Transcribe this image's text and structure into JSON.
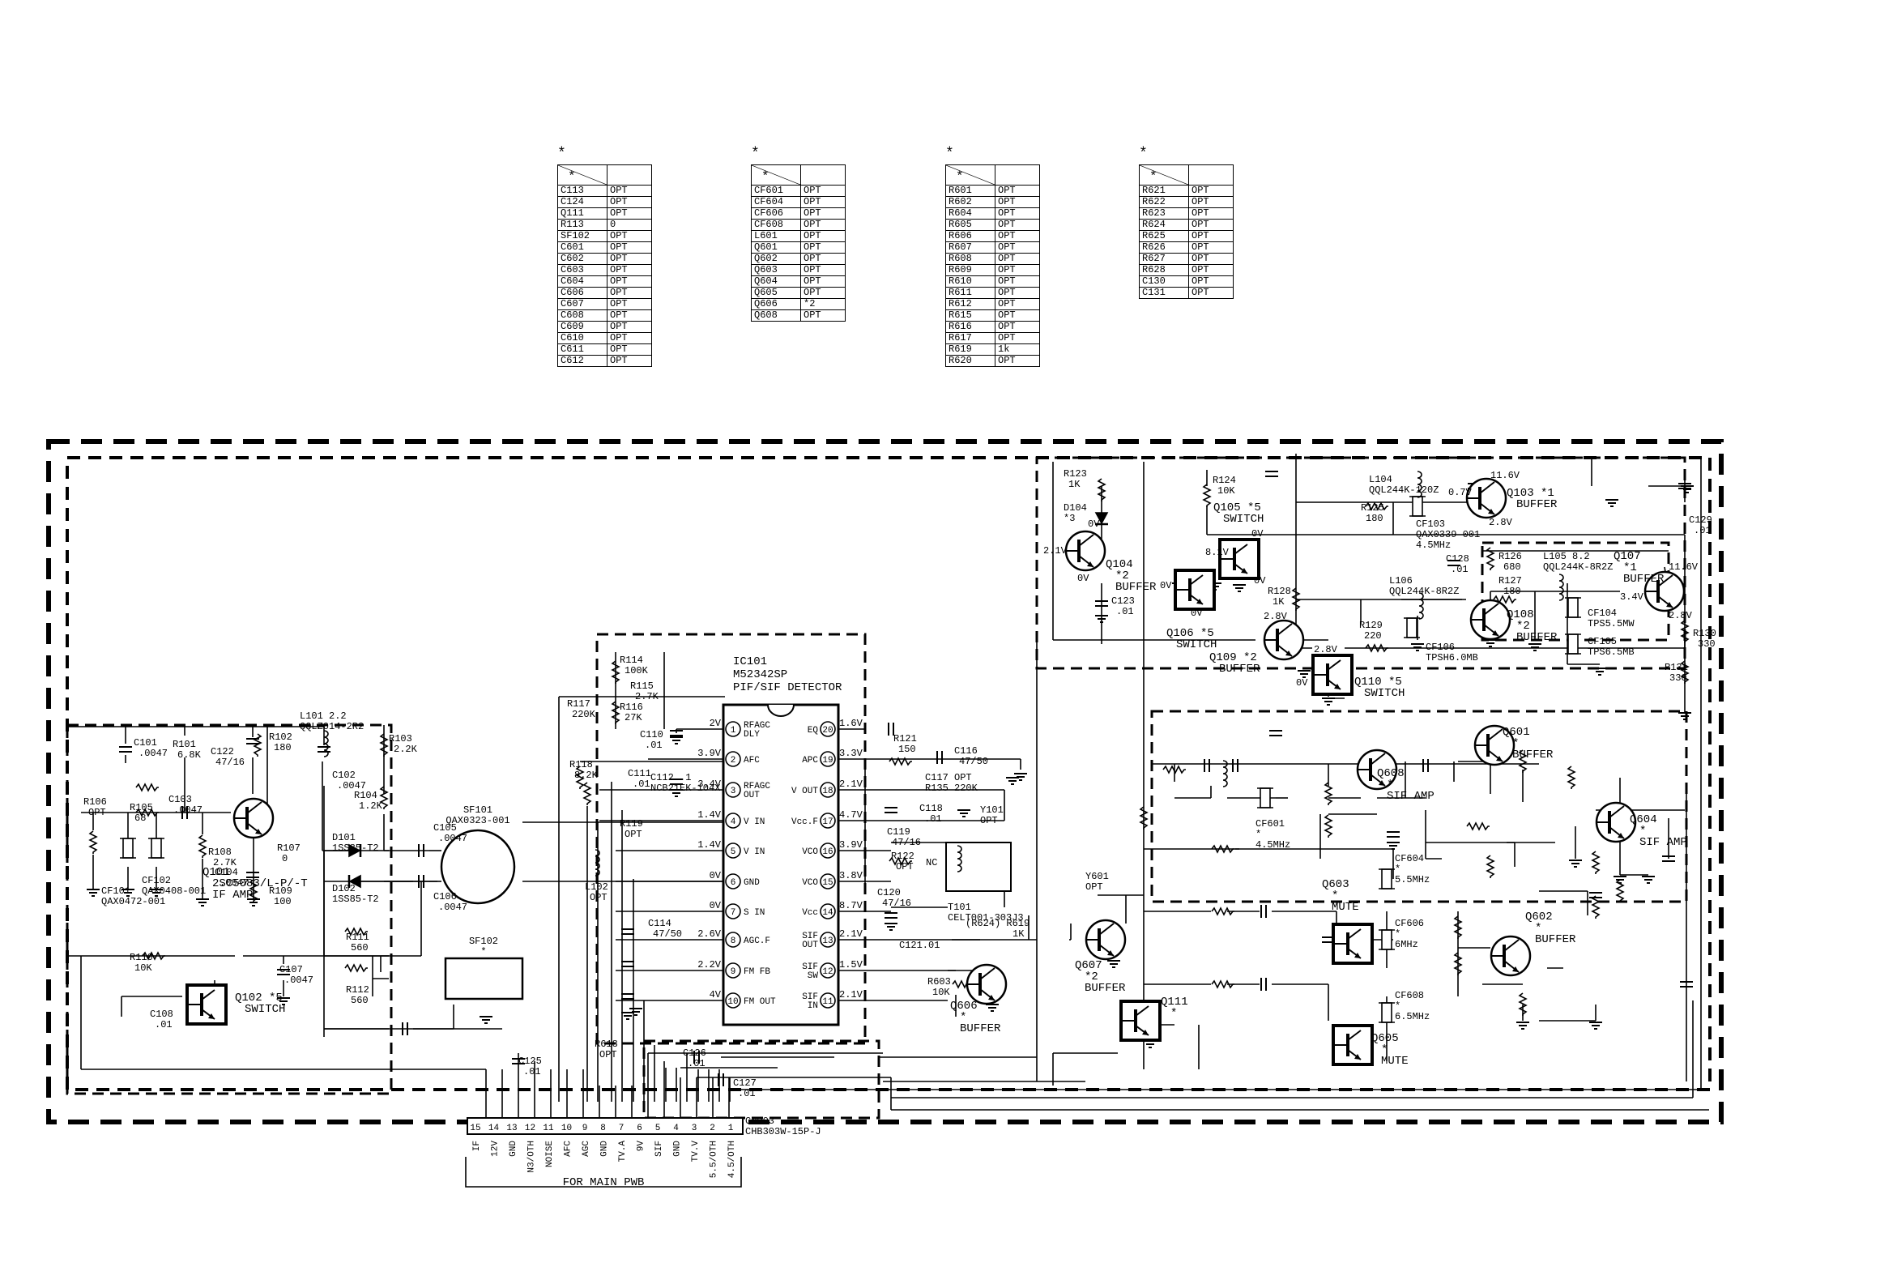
{
  "marker": "*",
  "tables": [
    {
      "rows": [
        [
          "C113",
          "OPT"
        ],
        [
          "C124",
          "OPT"
        ],
        [
          "Q111",
          "OPT"
        ],
        [
          "R113",
          "0"
        ],
        [
          "SF102",
          "OPT"
        ],
        [
          "C601",
          "OPT"
        ],
        [
          "C602",
          "OPT"
        ],
        [
          "C603",
          "OPT"
        ],
        [
          "C604",
          "OPT"
        ],
        [
          "C606",
          "OPT"
        ],
        [
          "C607",
          "OPT"
        ],
        [
          "C608",
          "OPT"
        ],
        [
          "C609",
          "OPT"
        ],
        [
          "C610",
          "OPT"
        ],
        [
          "C611",
          "OPT"
        ],
        [
          "C612",
          "OPT"
        ]
      ]
    },
    {
      "rows": [
        [
          "CF601",
          "OPT"
        ],
        [
          "CF604",
          "OPT"
        ],
        [
          "CF606",
          "OPT"
        ],
        [
          "CF608",
          "OPT"
        ],
        [
          "L601",
          "OPT"
        ],
        [
          "Q601",
          "OPT"
        ],
        [
          "Q602",
          "OPT"
        ],
        [
          "Q603",
          "OPT"
        ],
        [
          "Q604",
          "OPT"
        ],
        [
          "Q605",
          "OPT"
        ],
        [
          "Q606",
          "*2"
        ],
        [
          "Q608",
          "OPT"
        ]
      ]
    },
    {
      "rows": [
        [
          "R601",
          "OPT"
        ],
        [
          "R602",
          "OPT"
        ],
        [
          "R604",
          "OPT"
        ],
        [
          "R605",
          "OPT"
        ],
        [
          "R606",
          "OPT"
        ],
        [
          "R607",
          "OPT"
        ],
        [
          "R608",
          "OPT"
        ],
        [
          "R609",
          "OPT"
        ],
        [
          "R610",
          "OPT"
        ],
        [
          "R611",
          "OPT"
        ],
        [
          "R612",
          "OPT"
        ],
        [
          "R615",
          "OPT"
        ],
        [
          "R616",
          "OPT"
        ],
        [
          "R617",
          "OPT"
        ],
        [
          "R619",
          "1k"
        ],
        [
          "R620",
          "OPT"
        ]
      ]
    },
    {
      "rows": [
        [
          "R621",
          "OPT"
        ],
        [
          "R622",
          "OPT"
        ],
        [
          "R623",
          "OPT"
        ],
        [
          "R624",
          "OPT"
        ],
        [
          "R625",
          "OPT"
        ],
        [
          "R626",
          "OPT"
        ],
        [
          "R627",
          "OPT"
        ],
        [
          "R628",
          "OPT"
        ],
        [
          "C130",
          "OPT"
        ],
        [
          "C131",
          "OPT"
        ]
      ]
    }
  ],
  "ic": {
    "ref": "IC101",
    "part": "M52342SP",
    "function": "PIF/SIF DETECTOR",
    "left_pins": [
      {
        "n": "1",
        "name": "RFAGC DLY",
        "v": "2V"
      },
      {
        "n": "2",
        "name": "AFC",
        "v": "3.9V"
      },
      {
        "n": "3",
        "name": "RFAGC OUT",
        "v": "3.4V"
      },
      {
        "n": "4",
        "name": "V IN",
        "v": "1.4V"
      },
      {
        "n": "5",
        "name": "V IN",
        "v": "1.4V"
      },
      {
        "n": "6",
        "name": "GND",
        "v": "0V"
      },
      {
        "n": "7",
        "name": "S IN",
        "v": "0V"
      },
      {
        "n": "8",
        "name": "AGC.F",
        "v": "2.6V"
      },
      {
        "n": "9",
        "name": "FM FB",
        "v": "2.2V"
      },
      {
        "n": "10",
        "name": "FM OUT",
        "v": "4V"
      }
    ],
    "right_pins": [
      {
        "n": "20",
        "name": "EQ",
        "v": "1.6V"
      },
      {
        "n": "19",
        "name": "APC",
        "v": "3.3V"
      },
      {
        "n": "18",
        "name": "V OUT",
        "v": "2.1V"
      },
      {
        "n": "17",
        "name": "Vcc.F",
        "v": "4.7V"
      },
      {
        "n": "16",
        "name": "VCO",
        "v": "3.9V"
      },
      {
        "n": "15",
        "name": "VCO",
        "v": "3.8V"
      },
      {
        "n": "14",
        "name": "Vcc",
        "v": "8.7V"
      },
      {
        "n": "13",
        "name": "SIF OUT",
        "v": "2.1V"
      },
      {
        "n": "12",
        "name": "SIF SW",
        "v": "1.5V"
      },
      {
        "n": "11",
        "name": "SIF IN",
        "v": "2.1V"
      }
    ]
  },
  "connector": {
    "ref": "CN003",
    "part": "CHB303W-15P-J",
    "caption": "FOR MAIN PWB",
    "pins": [
      {
        "n": "15",
        "sig": "IF"
      },
      {
        "n": "14",
        "sig": "12V"
      },
      {
        "n": "13",
        "sig": "GND"
      },
      {
        "n": "12",
        "sig": "N3/OTH"
      },
      {
        "n": "11",
        "sig": "NOISE"
      },
      {
        "n": "10",
        "sig": "AFC"
      },
      {
        "n": "9",
        "sig": "AGC"
      },
      {
        "n": "8",
        "sig": "GND"
      },
      {
        "n": "7",
        "sig": "TV.A"
      },
      {
        "n": "6",
        "sig": "9V"
      },
      {
        "n": "5",
        "sig": "SIF"
      },
      {
        "n": "4",
        "sig": "GND"
      },
      {
        "n": "3",
        "sig": "TV.V"
      },
      {
        "n": "2",
        "sig": "5.5/OTH"
      },
      {
        "n": "1",
        "sig": "4.5/OTH"
      }
    ]
  },
  "transistors": [
    {
      "ref": "Q101",
      "lines": [
        "2SC5083/L-P/-T",
        "IF AMP"
      ]
    },
    {
      "ref": "Q102 *5",
      "lines": [
        "SWITCH"
      ]
    },
    {
      "ref": "Q103 *1",
      "lines": [
        "BUFFER"
      ]
    },
    {
      "ref": "Q104",
      "lines": [
        "*2",
        "BUFFER"
      ]
    },
    {
      "ref": "Q105 *5",
      "lines": [
        "SWITCH"
      ]
    },
    {
      "ref": "Q106 *5",
      "lines": [
        "SWITCH"
      ]
    },
    {
      "ref": "Q107",
      "lines": [
        "*1",
        "BUFFER"
      ]
    },
    {
      "ref": "Q108",
      "lines": [
        "*2",
        "BUFFER"
      ]
    },
    {
      "ref": "Q109 *2",
      "lines": [
        "BUFFER"
      ]
    },
    {
      "ref": "Q110 *5",
      "lines": [
        "SWITCH"
      ]
    },
    {
      "ref": "Q111",
      "lines": [
        "*"
      ]
    },
    {
      "ref": "Q601",
      "lines": [
        "*",
        "BUFFER"
      ]
    },
    {
      "ref": "Q602",
      "lines": [
        "*",
        "BUFFER"
      ]
    },
    {
      "ref": "Q603",
      "lines": [
        "*",
        "MUTE"
      ]
    },
    {
      "ref": "Q604",
      "lines": [
        "*",
        "SIF AMP"
      ]
    },
    {
      "ref": "Q605",
      "lines": [
        "*",
        "MUTE"
      ]
    },
    {
      "ref": "Q606",
      "lines": [
        "*",
        "BUFFER"
      ]
    },
    {
      "ref": "Q607",
      "lines": [
        "*2",
        "BUFFER"
      ]
    },
    {
      "ref": "Q608",
      "lines": [
        "*",
        "SIF AMP"
      ]
    }
  ],
  "labels": {
    "sf101": [
      "SF101",
      "QAX0323-001"
    ],
    "sf102": [
      "SF102",
      "*"
    ],
    "t101": [
      "T101",
      "CELT001-303J3"
    ],
    "y101": [
      "Y101",
      "OPT"
    ],
    "y601": [
      "Y601",
      "OPT"
    ],
    "l101": [
      "L101 2.2",
      "QQLZ014-2R2"
    ],
    "l104": [
      "L104",
      "QQL244K-120Z"
    ],
    "l105": [
      "L105 8.2",
      "QQL244K-8R2Z"
    ],
    "l106": [
      "L106",
      "QQL244K-8R2Z"
    ],
    "cf101": [
      "CF101",
      "QAX0472-001"
    ],
    "cf102": [
      "CF102",
      "QAX0408-001"
    ],
    "cf103": [
      "CF103",
      "QAX0339-001",
      "4.5MHz"
    ],
    "cf104": [
      "CF104",
      "TPS5.5MW"
    ],
    "cf105": [
      "CF105",
      "TPS6.5MB"
    ],
    "cf106": [
      "CF106",
      "TPSH6.0MB"
    ],
    "cf601": [
      "CF601",
      "*",
      "4.5MHz"
    ],
    "cf604": [
      "CF604",
      "*",
      "5.5MHz"
    ],
    "cf606": [
      "CF606",
      "*",
      "6MHz"
    ],
    "cf608": [
      "CF608",
      "*",
      "6.5MHz"
    ],
    "d101": [
      "D101",
      "1SS85-T2"
    ],
    "d102": [
      "D102",
      "1SS85-T2"
    ],
    "d104": [
      "D104",
      "*3"
    ],
    "nc": "NC",
    "r624note": "(R624) R619",
    "r619v": "1K",
    "c112": [
      "C112 .1",
      "NCB21EK-104X"
    ],
    "c117": [
      "C117 OPT",
      "R135 220K"
    ],
    "c121": "C121.01"
  },
  "parts": [
    [
      "R101",
      "6.8K"
    ],
    [
      "R102",
      "180"
    ],
    [
      "R103",
      "2.2K"
    ],
    [
      "R104",
      "1.2K"
    ],
    [
      "R105",
      "68"
    ],
    [
      "R106",
      "OPT"
    ],
    [
      "R107",
      "0"
    ],
    [
      "R108",
      "2.7K"
    ],
    [
      "R109",
      "100"
    ],
    [
      "R110",
      "10K"
    ],
    [
      "R111",
      "560"
    ],
    [
      "R112",
      "560"
    ],
    [
      "R114",
      "100K"
    ],
    [
      "R115",
      "2.7K"
    ],
    [
      "R116",
      "27K"
    ],
    [
      "R117",
      "220K"
    ],
    [
      "R118",
      "8.2K"
    ],
    [
      "R119",
      "OPT"
    ],
    [
      "R121",
      "150"
    ],
    [
      "R122",
      "OPT"
    ],
    [
      "R123",
      "1K"
    ],
    [
      "R124",
      "10K"
    ],
    [
      "R125",
      "180"
    ],
    [
      "R126",
      "680"
    ],
    [
      "R127",
      "180"
    ],
    [
      "R128",
      "1K"
    ],
    [
      "R129",
      "220"
    ],
    [
      "R130",
      "330"
    ],
    [
      "R131",
      "330"
    ],
    [
      "R603",
      "10K"
    ],
    [
      "R618",
      "OPT"
    ],
    [
      "C101",
      ".0047"
    ],
    [
      "C102",
      ".0047"
    ],
    [
      "C103",
      ".0047"
    ],
    [
      "C104",
      ".0047"
    ],
    [
      "C105",
      ".0047"
    ],
    [
      "C106",
      ".0047"
    ],
    [
      "C107",
      ".0047"
    ],
    [
      "C108",
      ".01"
    ],
    [
      "C110",
      ".01"
    ],
    [
      "C111",
      ".01"
    ],
    [
      "C114",
      "47/50"
    ],
    [
      "C116",
      "47/50"
    ],
    [
      "C118",
      ".01"
    ],
    [
      "C119",
      "47/16"
    ],
    [
      "C120",
      "47/16"
    ],
    [
      "C122",
      "47/16"
    ],
    [
      "C123",
      ".01"
    ],
    [
      "C125",
      ".01"
    ],
    [
      "C126",
      ".01"
    ],
    [
      "C127",
      ".01"
    ],
    [
      "C128",
      ".01"
    ],
    [
      "C129",
      ".01"
    ],
    [
      "L102",
      "OPT"
    ]
  ],
  "voltages": {
    "q103_c": "11.6V",
    "q103_b": "0.7V",
    "q103_e": "2.8V",
    "q104_b": "2.1V",
    "q104_c": "0V",
    "q104_e": "0V",
    "q105_b": "8.1V",
    "q105_c": "0V",
    "q105_e": "0V",
    "q106_b": "0V",
    "q106_e": "0V",
    "q107_c": "11.6V",
    "q107_b": "3.4V",
    "q107_e": "2.8V",
    "q109_b": "2.8V",
    "q110_b": "2.8V",
    "q110_c": "0V"
  }
}
